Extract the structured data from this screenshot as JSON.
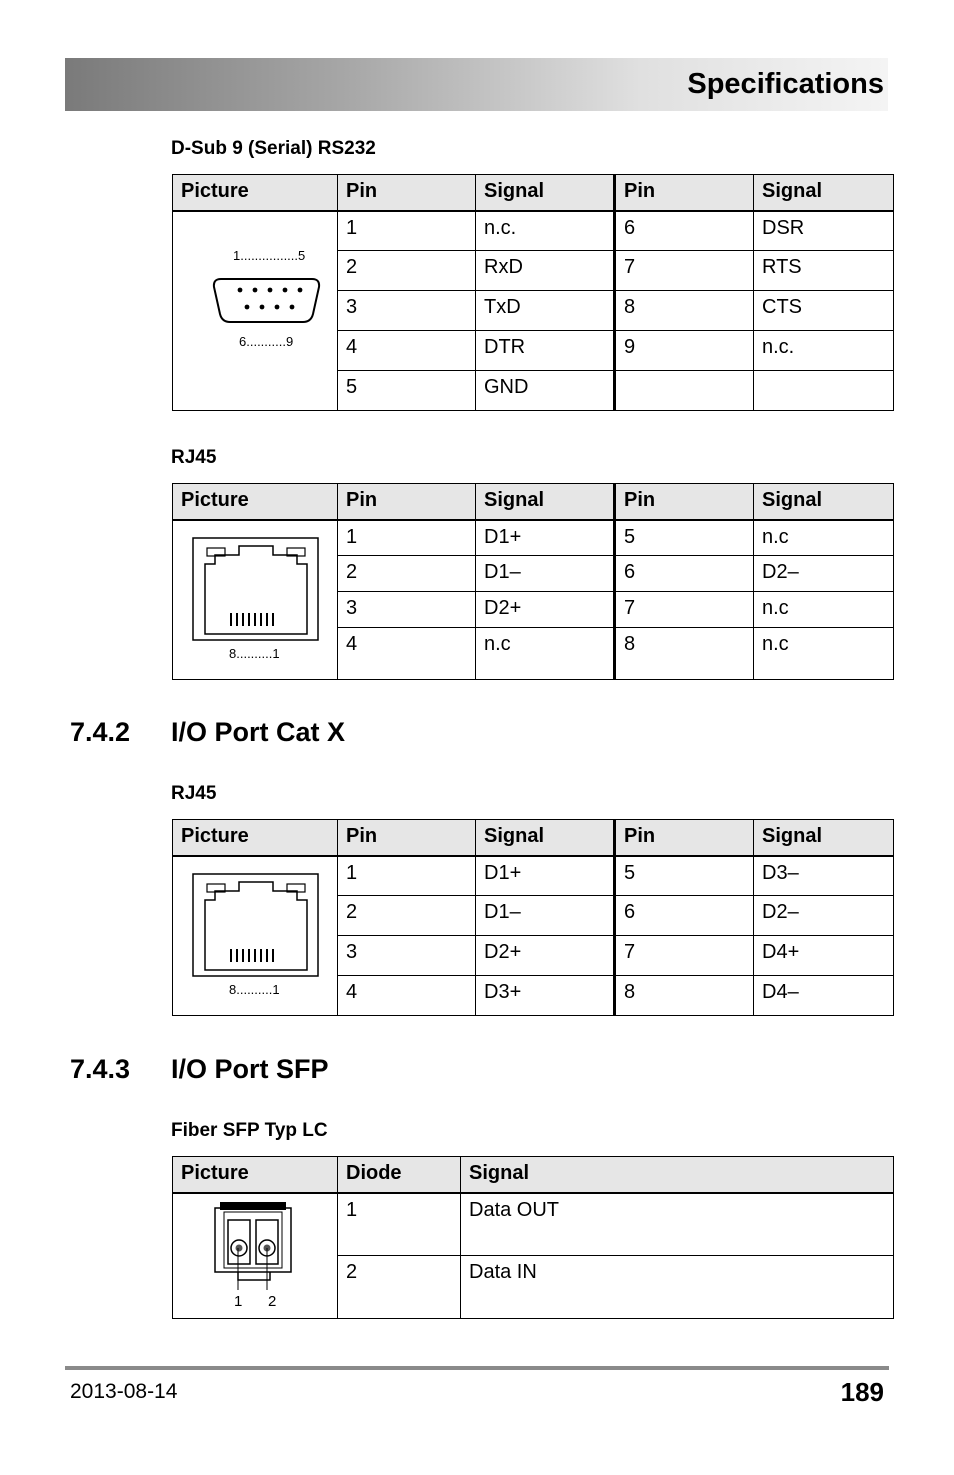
{
  "header": {
    "title": "Specifications"
  },
  "columns": {
    "picture": "Picture",
    "pin": "Pin",
    "signal": "Signal",
    "diode": "Diode"
  },
  "dsub": {
    "caption": "D-Sub 9 (Serial) RS232",
    "pic_top_label": "1................5",
    "pic_bottom_label": "6...........9",
    "rows": [
      {
        "pin1": "1",
        "sig1": "n.c.",
        "pin2": "6",
        "sig2": "DSR"
      },
      {
        "pin1": "2",
        "sig1": "RxD",
        "pin2": "7",
        "sig2": "RTS"
      },
      {
        "pin1": "3",
        "sig1": "TxD",
        "pin2": "8",
        "sig2": "CTS"
      },
      {
        "pin1": "4",
        "sig1": "DTR",
        "pin2": "9",
        "sig2": "n.c."
      },
      {
        "pin1": "5",
        "sig1": "GND",
        "pin2": "",
        "sig2": ""
      }
    ]
  },
  "rj45_a": {
    "caption": "RJ45",
    "pic_label": "8..........1",
    "rows": [
      {
        "pin1": "1",
        "sig1": "D1+",
        "pin2": "5",
        "sig2": "n.c"
      },
      {
        "pin1": "2",
        "sig1": "D1–",
        "pin2": "6",
        "sig2": "D2–"
      },
      {
        "pin1": "3",
        "sig1": "D2+",
        "pin2": "7",
        "sig2": "n.c"
      },
      {
        "pin1": "4",
        "sig1": "n.c",
        "pin2": "8",
        "sig2": "n.c"
      }
    ]
  },
  "section_742": {
    "number": "7.4.2",
    "title": "I/O Port Cat X"
  },
  "rj45_b": {
    "caption": "RJ45",
    "pic_label": "8..........1",
    "rows": [
      {
        "pin1": "1",
        "sig1": "D1+",
        "pin2": "5",
        "sig2": "D3–"
      },
      {
        "pin1": "2",
        "sig1": "D1–",
        "pin2": "6",
        "sig2": "D2–"
      },
      {
        "pin1": "3",
        "sig1": "D2+",
        "pin2": "7",
        "sig2": "D4+"
      },
      {
        "pin1": "4",
        "sig1": "D3+",
        "pin2": "8",
        "sig2": "D4–"
      }
    ]
  },
  "section_743": {
    "number": "7.4.3",
    "title": "I/O Port SFP"
  },
  "sfp": {
    "caption": "Fiber SFP Typ LC",
    "pic_label_1": "1",
    "pic_label_2": "2",
    "rows": [
      {
        "diode": "1",
        "signal": "Data OUT"
      },
      {
        "diode": "2",
        "signal": "Data IN"
      }
    ]
  },
  "footer": {
    "date": "2013-08-14",
    "page": "189"
  }
}
